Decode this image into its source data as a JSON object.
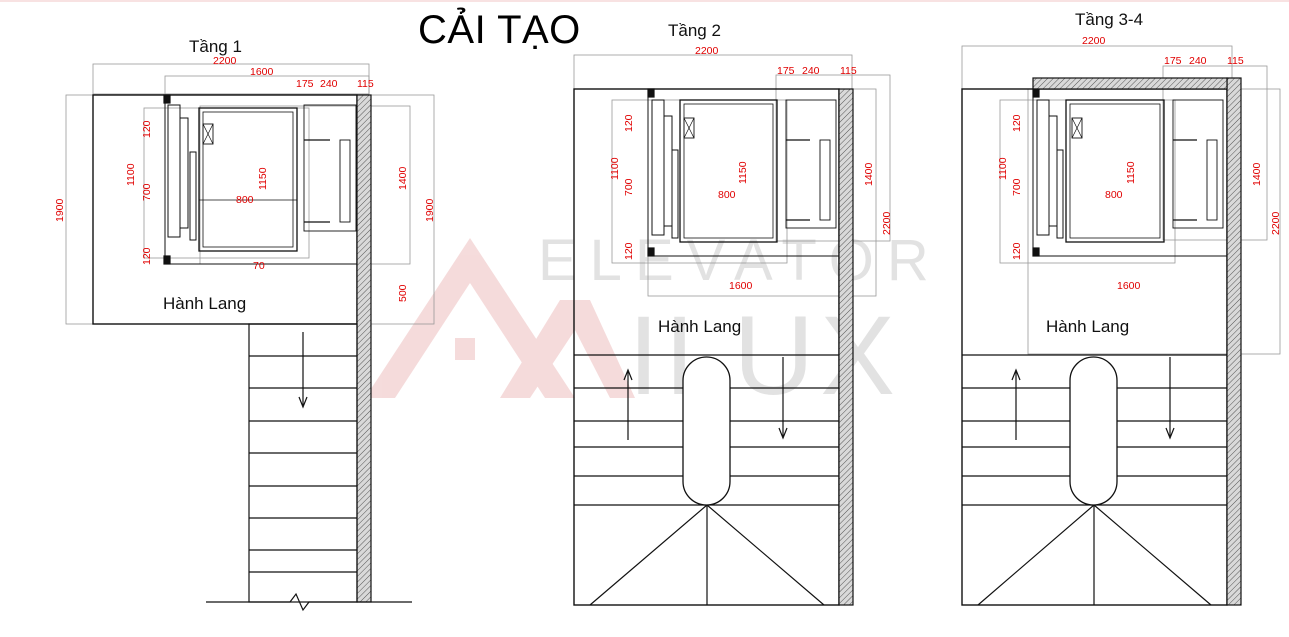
{
  "title": "CẢI TẠO",
  "watermark": {
    "line1": "ELEVATOR",
    "line2": "ILUX",
    "logo_color": "#e8a0a0"
  },
  "floors": [
    {
      "label": "Tầng 1",
      "corridor": "Hành Lang",
      "dims": {
        "width_total": "2200",
        "shaft_inner": "1600",
        "rail_a": "175",
        "rail_b": "240",
        "rail_c": "115",
        "door_top": "120",
        "door_span": "1100",
        "door_open": "700",
        "door_bottom": "120",
        "cab_width": "800",
        "cab_depth": "1150",
        "depth_inner": "1400",
        "depth_left": "1900",
        "depth_right": "1900",
        "pit_gap": "500",
        "sill": "70"
      }
    },
    {
      "label": "Tầng 2",
      "corridor": "Hành Lang",
      "dims": {
        "width_total": "2200",
        "shaft_inner": "1600",
        "rail_a": "175",
        "rail_b": "240",
        "rail_c": "115",
        "door_top": "120",
        "door_span": "1100",
        "door_open": "700",
        "door_bottom": "120",
        "cab_width": "800",
        "cab_depth": "1150",
        "depth_inner": "1400",
        "depth_total": "2200"
      }
    },
    {
      "label": "Tầng 3-4",
      "corridor": "Hành Lang",
      "dims": {
        "width_total": "2200",
        "shaft_inner": "1600",
        "rail_a": "175",
        "rail_b": "240",
        "rail_c": "115",
        "door_top": "120",
        "door_span": "1100",
        "door_open": "700",
        "door_bottom": "120",
        "cab_width": "800",
        "cab_depth": "1150",
        "depth_inner": "1400",
        "depth_total": "2200"
      }
    }
  ]
}
